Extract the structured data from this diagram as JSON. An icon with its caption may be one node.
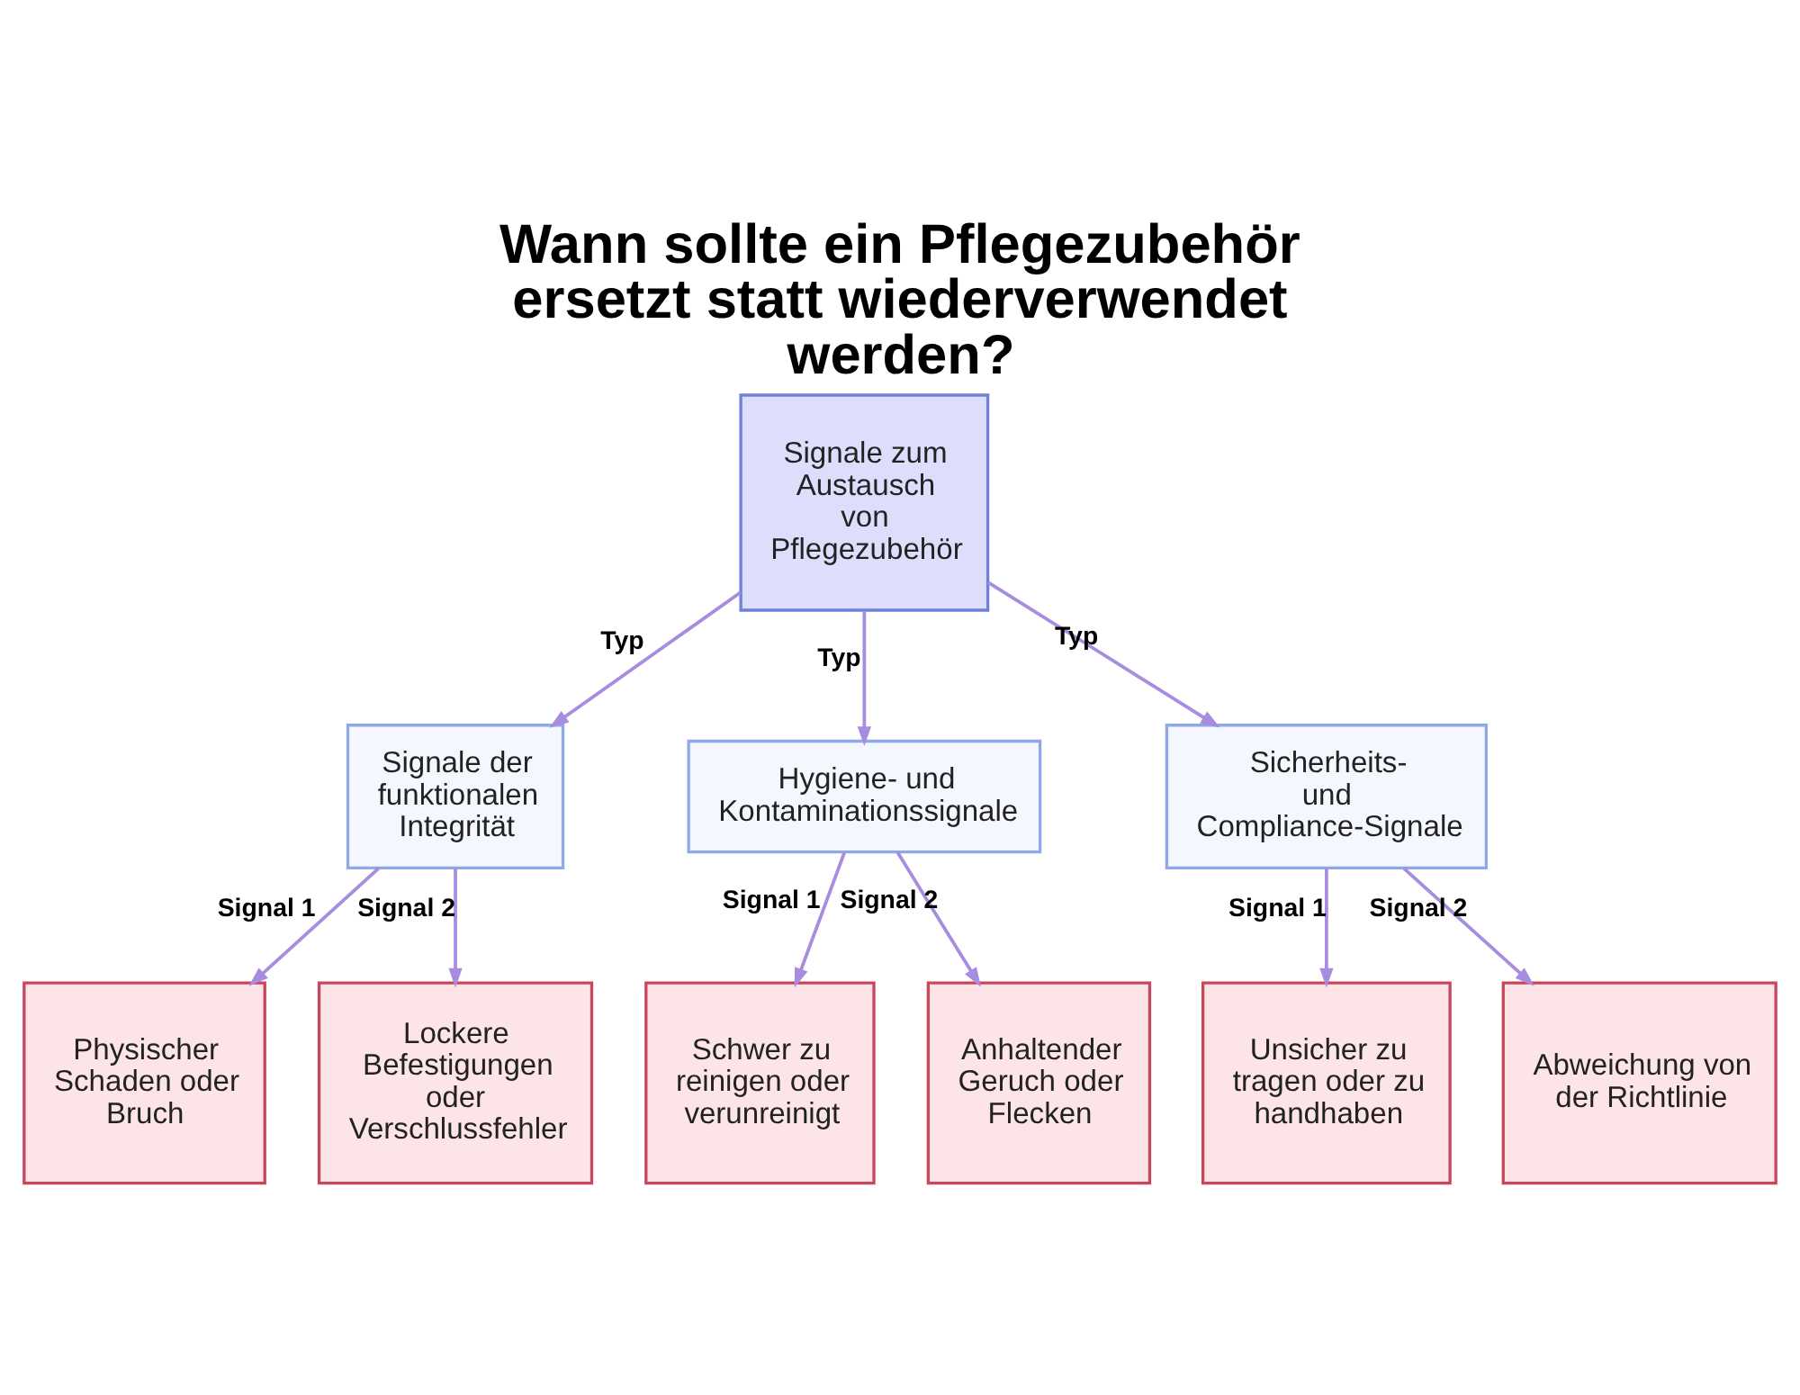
{
  "diagram": {
    "title": "Wann sollte ein Pflegezubehör ersetzt statt wiederverwendet werden?",
    "nodes": [
      {
        "text": [
          "Signale zum Austausch von Pflegezubehör"
        ]
      },
      {
        "text": [
          "Signale der funktionalen Integrität"
        ]
      },
      {
        "text": [
          "Hygiene- und Kontaminationssignale"
        ]
      },
      {
        "text": [
          "Sicherheits- und Compliance-Signale"
        ]
      },
      {
        "text": [
          "Physischer Schaden oder Bruch"
        ]
      },
      {
        "text": [
          "Lockere Befestigungen oder Verschlussfehler"
        ]
      },
      {
        "text": [
          "Schwer zu reinigen oder verunreinigt"
        ]
      },
      {
        "text": [
          "Anhaltender Geruch oder Flecken"
        ]
      },
      {
        "text": [
          "Unsicher zu tragen oder zu handhaben"
        ]
      },
      {
        "text": [
          "Abweichung von der Richtlinie"
        ]
      }
    ],
    "edges": [
      {
        "from": 0,
        "to": 1,
        "arrow": "to",
        "label": "Typ"
      },
      {
        "from": 0,
        "to": 2,
        "arrow": "to",
        "label": "Typ"
      },
      {
        "from": 0,
        "to": 3,
        "arrow": "to",
        "label": "Typ"
      },
      {
        "from": 1,
        "to": 4,
        "arrow": "to",
        "label": "Signal 1"
      },
      {
        "from": 1,
        "to": 5,
        "arrow": "to",
        "label": "Signal 2"
      },
      {
        "from": 2,
        "to": 6,
        "arrow": "to",
        "label": "Signal 1"
      },
      {
        "from": 2,
        "to": 7,
        "arrow": "to",
        "label": "Signal 2"
      },
      {
        "from": 3,
        "to": 8,
        "arrow": "to",
        "label": "Signal 1"
      },
      {
        "from": 3,
        "to": 9,
        "arrow": "to",
        "label": "Signal 2"
      }
    ]
  }
}
